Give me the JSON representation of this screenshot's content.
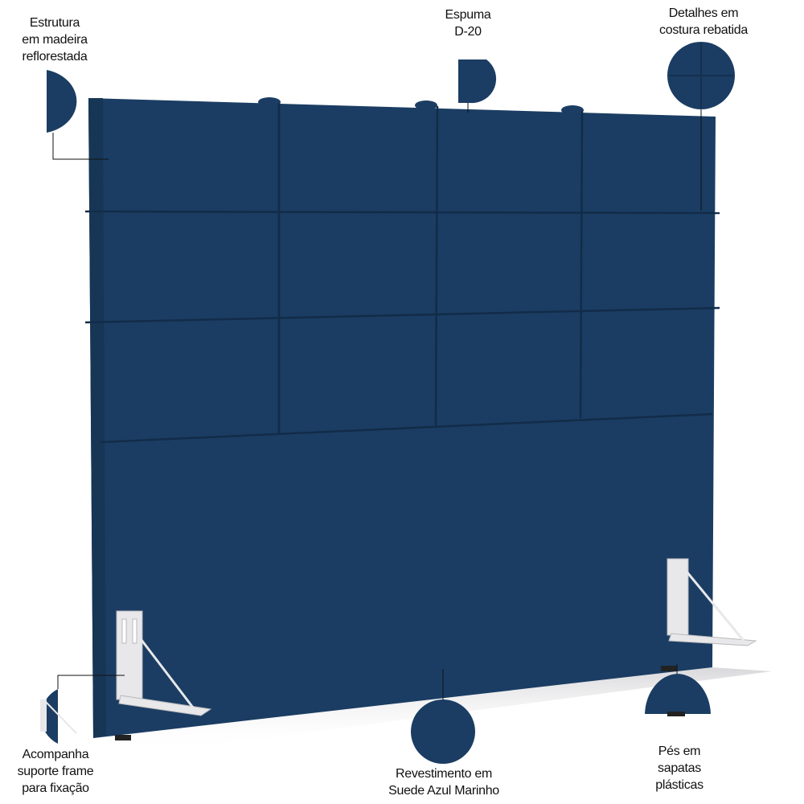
{
  "colors": {
    "upholstery": "#1b3d63",
    "seam": "#14304f",
    "bracket": "#e8e8ea",
    "callout_line": "#111111"
  },
  "callouts": {
    "structure": {
      "lines": [
        "Estrutura",
        "em madeira",
        "reflorestada"
      ]
    },
    "foam": {
      "lines": [
        "Espuma",
        "D-20"
      ]
    },
    "stitching": {
      "lines": [
        "Detalhes em",
        "costura rebatida"
      ]
    },
    "bracket": {
      "lines": [
        "Acompanha",
        "suporte frame",
        "para fixação"
      ]
    },
    "fabric": {
      "lines": [
        "Revestimento em",
        "Suede Azul Marinho"
      ]
    },
    "feet": {
      "lines": [
        "Pés em",
        "sapatas",
        "plásticas"
      ]
    }
  }
}
